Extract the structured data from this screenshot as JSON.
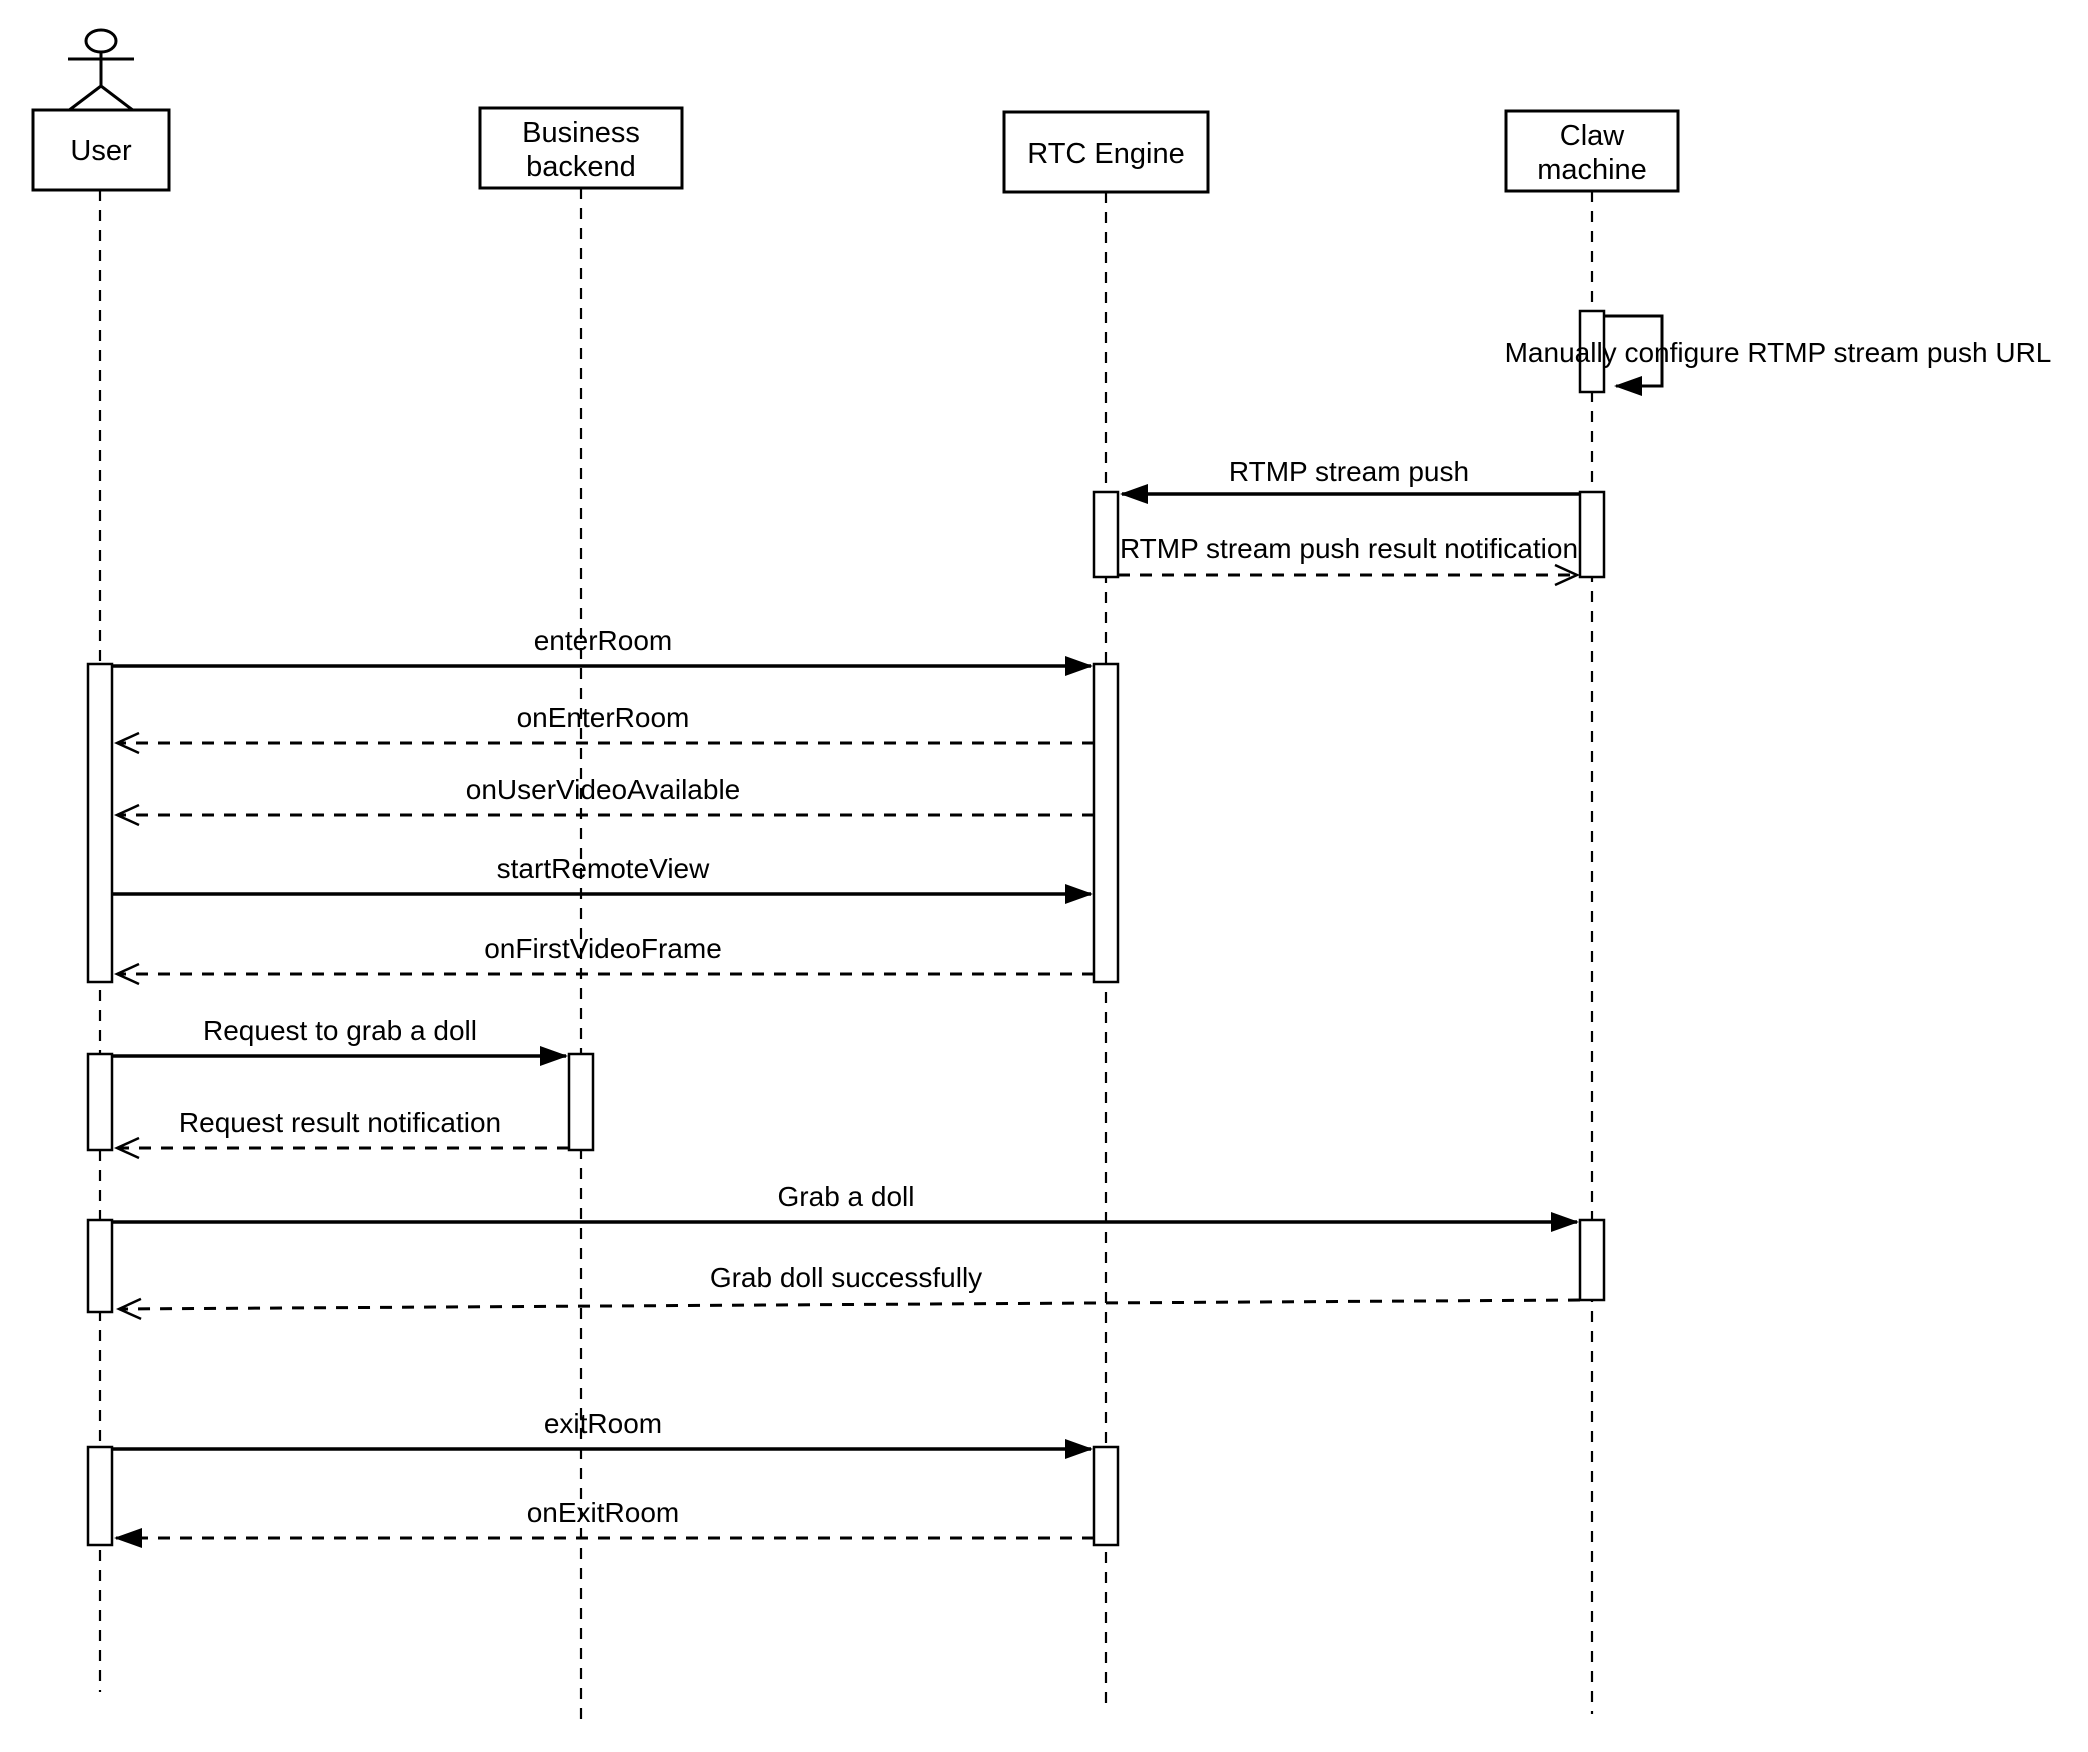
{
  "diagram": {
    "type": "uml-sequence-diagram",
    "background_color": "#ffffff",
    "line_color": "#000000",
    "text_color": "#000000",
    "participants": [
      {
        "id": "user",
        "kind": "actor",
        "lines": [
          "User"
        ]
      },
      {
        "id": "business-backend",
        "kind": "object",
        "lines": [
          "Business",
          "backend"
        ]
      },
      {
        "id": "rtc-engine",
        "kind": "object",
        "lines": [
          "RTC Engine"
        ]
      },
      {
        "id": "claw-machine",
        "kind": "object",
        "lines": [
          "Claw",
          "machine"
        ]
      }
    ],
    "messages": [
      {
        "label": "Manually configure RTMP stream push URL",
        "from": "claw-machine",
        "to": "claw-machine",
        "style": "self-solid-filled"
      },
      {
        "label": "RTMP stream push",
        "from": "claw-machine",
        "to": "rtc-engine",
        "style": "solid-filled"
      },
      {
        "label": "RTMP stream push result notification",
        "from": "rtc-engine",
        "to": "claw-machine",
        "style": "dashed-open"
      },
      {
        "label": "enterRoom",
        "from": "user",
        "to": "rtc-engine",
        "style": "solid-filled"
      },
      {
        "label": "onEnterRoom",
        "from": "rtc-engine",
        "to": "user",
        "style": "dashed-open"
      },
      {
        "label": "onUserVideoAvailable",
        "from": "rtc-engine",
        "to": "user",
        "style": "dashed-open"
      },
      {
        "label": "startRemoteView",
        "from": "user",
        "to": "rtc-engine",
        "style": "solid-filled"
      },
      {
        "label": "onFirstVideoFrame",
        "from": "rtc-engine",
        "to": "user",
        "style": "dashed-open"
      },
      {
        "label": "Request to grab a doll",
        "from": "user",
        "to": "business-backend",
        "style": "solid-filled"
      },
      {
        "label": "Request result notification",
        "from": "business-backend",
        "to": "user",
        "style": "dashed-open"
      },
      {
        "label": "Grab a doll",
        "from": "user",
        "to": "claw-machine",
        "style": "solid-filled"
      },
      {
        "label": "Grab doll successfully",
        "from": "claw-machine",
        "to": "user",
        "style": "dashed-open"
      },
      {
        "label": "exitRoom",
        "from": "user",
        "to": "rtc-engine",
        "style": "solid-filled"
      },
      {
        "label": "onExitRoom",
        "from": "rtc-engine",
        "to": "user",
        "style": "dashed-filled"
      }
    ]
  }
}
